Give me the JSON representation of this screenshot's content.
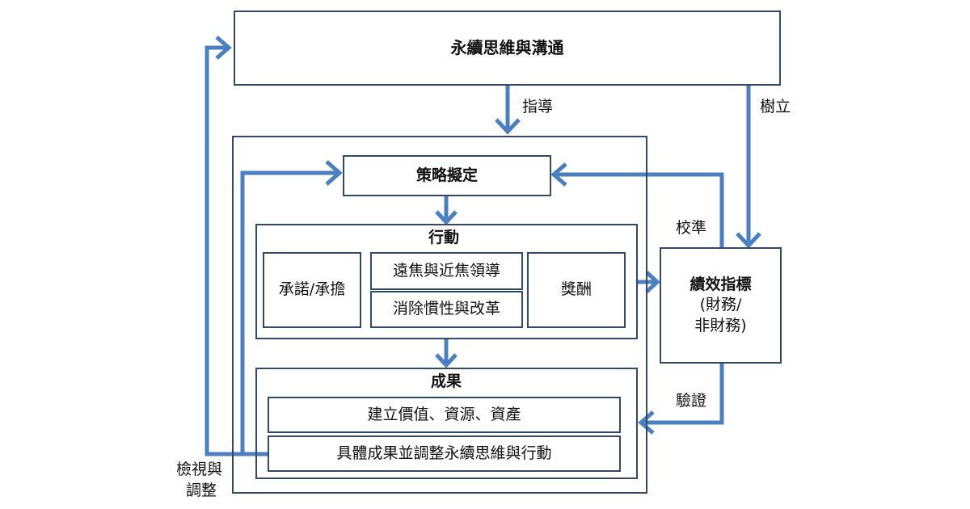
{
  "diagram": {
    "top_box": "永續思維與溝通",
    "strategy_box": "策略擬定",
    "action": {
      "title": "行動",
      "commitment": "承諾/承擔",
      "leadership": "遠焦與近焦領導",
      "eliminate": "消除慣性與改革",
      "reward": "獎酬"
    },
    "kpi": {
      "title": "績效指標",
      "line2": "(財務/",
      "line3": "非財務)"
    },
    "results": {
      "title": "成果",
      "value": "建立價值、資源、資產",
      "adjust": "具體成果並調整永續思維與行動"
    },
    "edge_labels": {
      "guide": "指導",
      "establish": "樹立",
      "calibrate": "校準",
      "verify": "驗證",
      "review_line1": "檢視與",
      "review_line2": "調整"
    },
    "colors": {
      "arrow": "#4a7fc1",
      "border": "#34496a"
    }
  }
}
